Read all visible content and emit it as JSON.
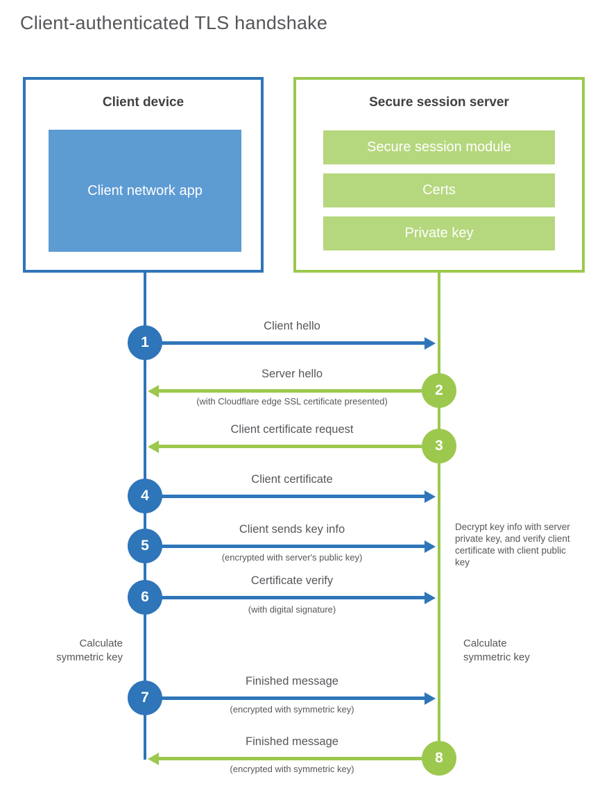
{
  "title": "Client-authenticated TLS handshake",
  "client": {
    "title": "Client device",
    "app_label": "Client network app"
  },
  "server": {
    "title": "Secure session server",
    "modules": [
      "Secure session module",
      "Certs",
      "Private key"
    ]
  },
  "steps": [
    {
      "num": "1",
      "actor": "client",
      "direction": "right",
      "label": "Client hello",
      "sublabel": ""
    },
    {
      "num": "2",
      "actor": "server",
      "direction": "left",
      "label": "Server hello",
      "sublabel": "(with Cloudflare edge SSL certificate presented)"
    },
    {
      "num": "3",
      "actor": "server",
      "direction": "left",
      "label": "Client certificate request",
      "sublabel": ""
    },
    {
      "num": "4",
      "actor": "client",
      "direction": "right",
      "label": "Client certificate",
      "sublabel": ""
    },
    {
      "num": "5",
      "actor": "client",
      "direction": "right",
      "label": "Client sends key info",
      "sublabel": "(encrypted with server's public key)"
    },
    {
      "num": "6",
      "actor": "client",
      "direction": "right",
      "label": "Certificate verify",
      "sublabel": "(with digital signature)"
    },
    {
      "num": "7",
      "actor": "client",
      "direction": "right",
      "label": "Finished message",
      "sublabel": "(encrypted with symmetric key)"
    },
    {
      "num": "8",
      "actor": "server",
      "direction": "left",
      "label": "Finished message",
      "sublabel": "(encrypted with symmetric key)"
    }
  ],
  "notes": {
    "decrypt": "Decrypt key info with server private key, and verify client certificate with client public key",
    "calc_client": "Calculate symmetric key",
    "calc_server": "Calculate symmetric key"
  },
  "colors": {
    "blue": "#2e75b9",
    "blue_fill": "#5d9bd3",
    "green": "#9cc84e",
    "green_fill": "#b5d77d",
    "heading_text": "#414042",
    "label_text": "#55565a"
  }
}
